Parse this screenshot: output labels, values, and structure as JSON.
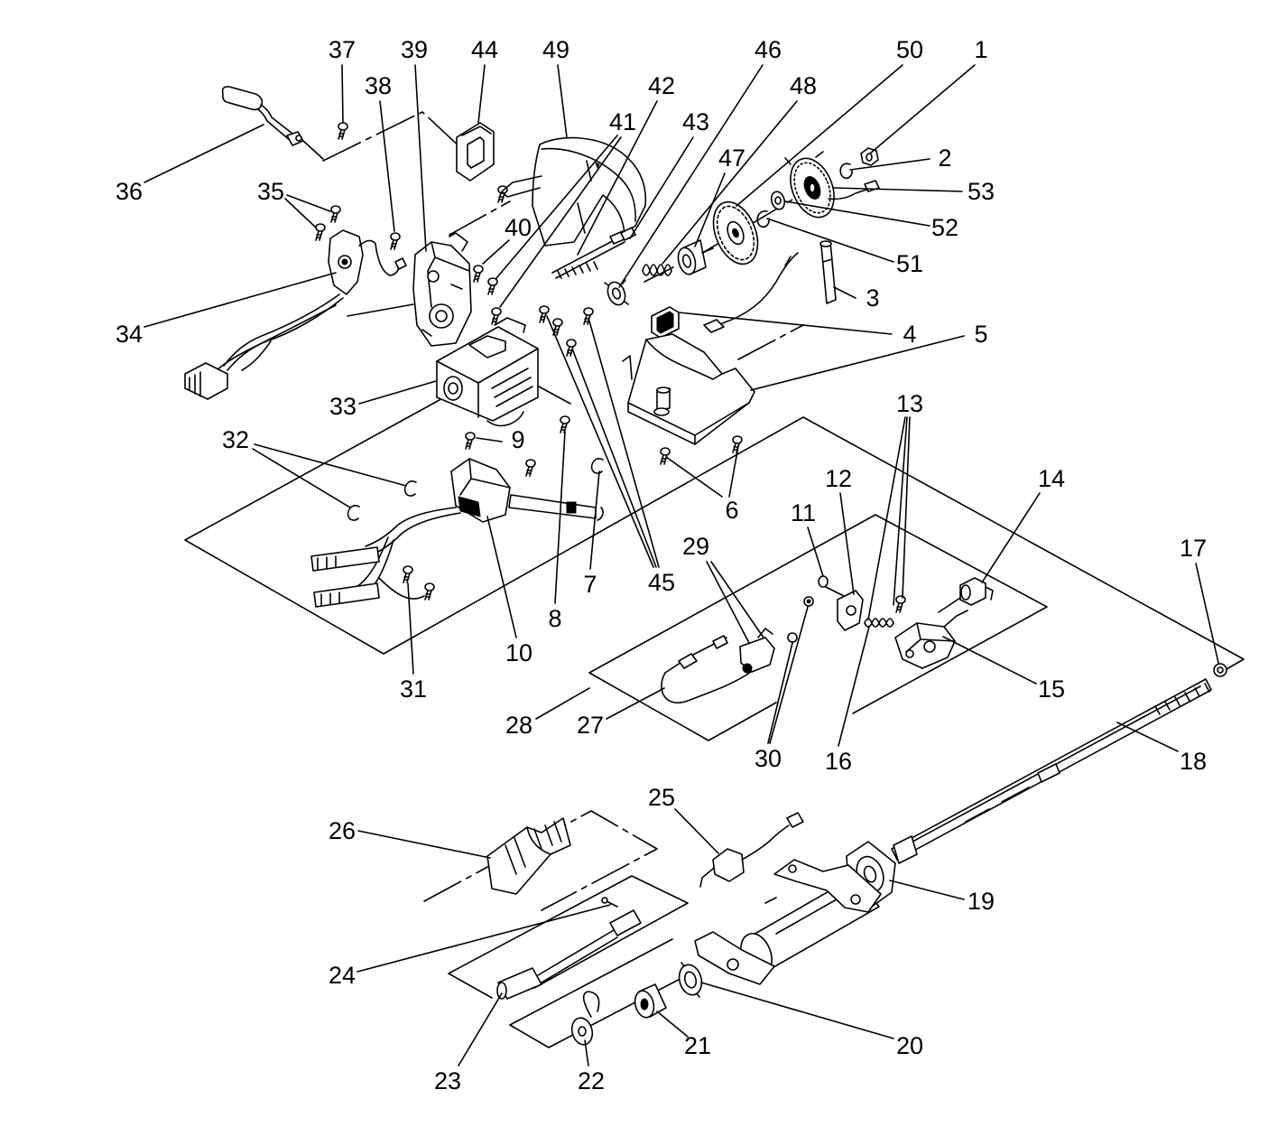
{
  "callouts": [
    "1",
    "2",
    "3",
    "4",
    "5",
    "6",
    "7",
    "8",
    "9",
    "10",
    "11",
    "12",
    "13",
    "14",
    "15",
    "16",
    "17",
    "18",
    "19",
    "20",
    "21",
    "22",
    "23",
    "24",
    "25",
    "26",
    "27",
    "28",
    "29",
    "30",
    "31",
    "32",
    "33",
    "34",
    "35",
    "36",
    "37",
    "38",
    "39",
    "40",
    "41",
    "42",
    "43",
    "44",
    "45",
    "46",
    "47",
    "48",
    "49",
    "50",
    "51",
    "52",
    "53"
  ],
  "colors": {
    "ink": "#000000",
    "paper": "#ffffff"
  }
}
